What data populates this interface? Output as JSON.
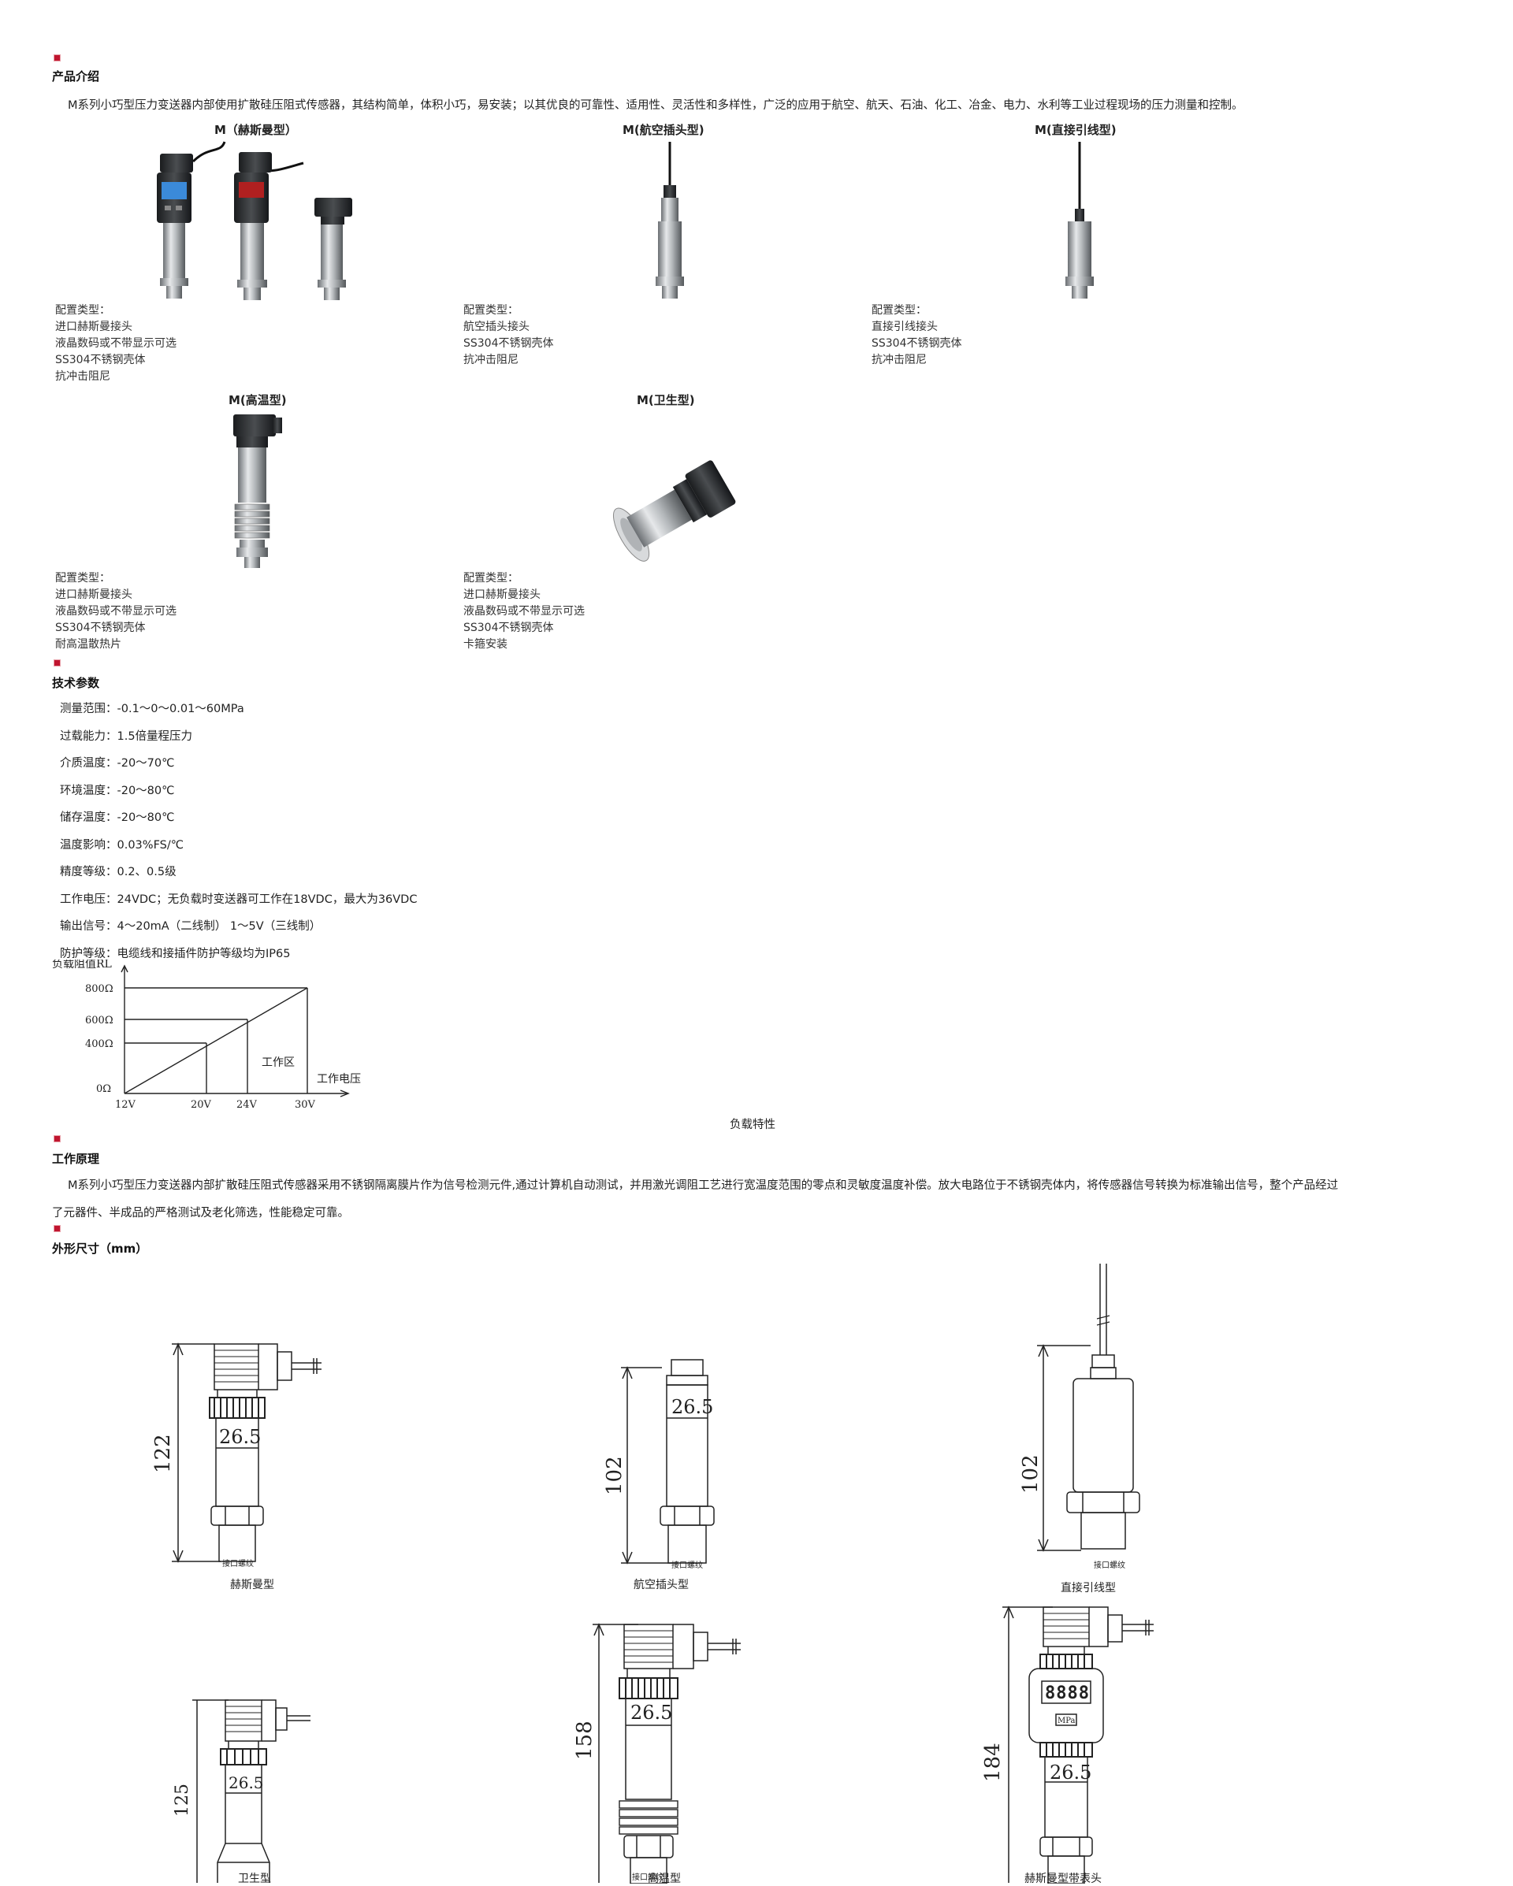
{
  "intro": {
    "heading": "产品介绍",
    "text": "M系列小巧型压力变送器内部使用扩散硅压阻式传感器，其结构简单，体积小巧，易安装；以其优良的可靠性、适用性、灵活性和多样性，广泛的应用于航空、航天、石油、化工、冶金、电力、水利等工业过程现场的压力测量和控制。"
  },
  "products": [
    {
      "caption": "M（赫斯曼型）",
      "config": [
        "配置类型：",
        "进口赫斯曼接头",
        "液晶数码或不带显示可选",
        "SS304不锈钢壳体",
        "抗冲击阻尼"
      ]
    },
    {
      "caption": "M(航空插头型)",
      "config": [
        "配置类型：",
        "航空插头接头",
        "SS304不锈钢壳体",
        "抗冲击阻尼"
      ]
    },
    {
      "caption": "M(直接引线型)",
      "config": [
        "配置类型：",
        "直接引线接头",
        "SS304不锈钢壳体",
        "抗冲击阻尼"
      ]
    },
    {
      "caption": "M(高温型)",
      "config": [
        "配置类型：",
        "进口赫斯曼接头",
        "液晶数码或不带显示可选",
        "SS304不锈钢壳体",
        "耐高温散热片"
      ]
    },
    {
      "caption": "M(卫生型)",
      "config": [
        "配置类型：",
        "进口赫斯曼接头",
        "液晶数码或不带显示可选",
        "SS304不锈钢壳体",
        "卡箍安装"
      ]
    }
  ],
  "specs": {
    "heading": "技术参数",
    "items": [
      "测量范围：-0.1～0～0.01～60MPa",
      "过载能力：1.5倍量程压力",
      "介质温度：-20～70℃",
      "环境温度：-20～80℃",
      "储存温度：-20～80℃",
      "温度影响：0.03%FS/℃",
      "精度等级：0.2、0.5级",
      "工作电压：24VDC；无负载时变送器可工作在18VDC，最大为36VDC",
      "输出信号：4～20mA（二线制） 1～5V（三线制）",
      "防护等级：电缆线和接插件防护等级均为IP65"
    ]
  },
  "chart_data": {
    "type": "line",
    "title": "负载特性",
    "xlabel": "工作电压",
    "ylabel": "负载阻值RL",
    "x_ticks": [
      "12V",
      "20V",
      "24V",
      "30V"
    ],
    "y_ticks": [
      "0Ω",
      "400Ω",
      "600Ω",
      "800Ω"
    ],
    "x": [
      12,
      30
    ],
    "y": [
      0,
      800
    ],
    "region_label": "工作区",
    "xlim": [
      12,
      30
    ],
    "ylim": [
      0,
      800
    ]
  },
  "principle": {
    "heading": "工作原理",
    "line1": "M系列小巧型压力变送器内部扩散硅压阻式传感器采用不锈钢隔离膜片作为信号检测元件,通过计算机自动测试，并用激光调阻工艺进行宽温度范围的零点和灵敏度温度补偿。放大电路位于不锈钢壳体内，将传感器信号转换为标准输出信号，整个产品经过",
    "line2": "了元器件、半成品的严格测试及老化筛选，性能稳定可靠。"
  },
  "dimensions": {
    "heading": "外形尺寸（mm）",
    "thread_label": "接口螺纹",
    "display_value": "8888",
    "display_unit": "MPa",
    "drawings": [
      {
        "height": "122",
        "diameter": "26.5",
        "label": "赫斯曼型"
      },
      {
        "height": "102",
        "diameter": "26.5",
        "label": "航空插头型"
      },
      {
        "height": "102",
        "diameter": "",
        "label": "直接引线型"
      },
      {
        "height": "125",
        "diameter": "26.5",
        "label": "卫生型"
      },
      {
        "height": "158",
        "diameter": "26.5",
        "label": "高温型"
      },
      {
        "height": "184",
        "diameter": "26.5",
        "label": "赫斯曼型带表头"
      }
    ]
  }
}
